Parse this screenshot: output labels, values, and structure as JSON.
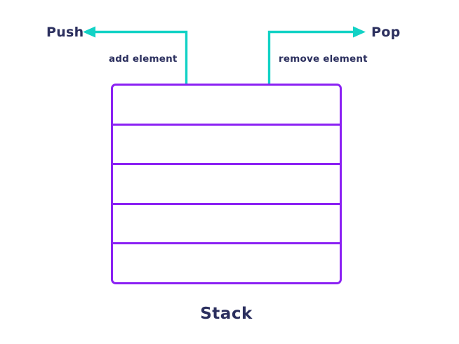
{
  "diagram": {
    "title": "Stack",
    "push": {
      "label": "Push",
      "annotation": "add element"
    },
    "pop": {
      "label": "Pop",
      "annotation": "remove element"
    },
    "stack": {
      "cell_count": 5,
      "cells": [
        "",
        "",
        "",
        "",
        ""
      ]
    }
  },
  "colors": {
    "navy": "#2b2f5e",
    "teal": "#12d2c5",
    "purple": "#8b21f3",
    "bg": "#ffffff"
  }
}
